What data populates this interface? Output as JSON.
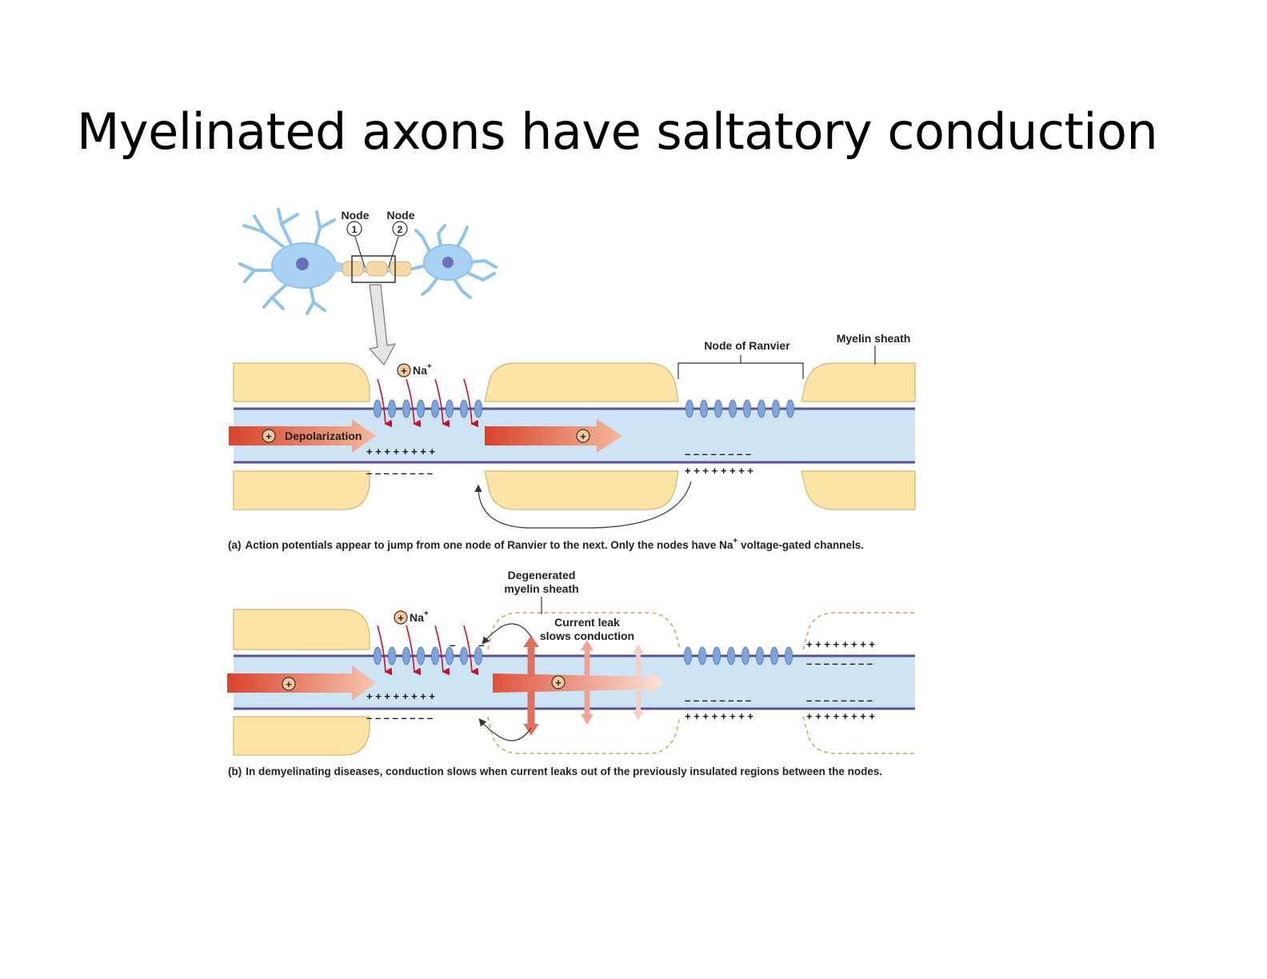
{
  "slide": {
    "title": "Myelinated axons have saltatory conduction"
  },
  "neuron_inset": {
    "node1_label": "Node",
    "node1_number": "1",
    "node2_label": "Node",
    "node2_number": "2"
  },
  "panel_a": {
    "na_label": "Na",
    "na_superscript": "+",
    "plus_symbol": "+",
    "depolarization_label": "Depolarization",
    "node_of_ranvier_label": "Node of Ranvier",
    "myelin_sheath_label": "Myelin sheath",
    "charge_plus_row": "+ + + + + + + +",
    "charge_minus_row": "– – – – – – – –",
    "caption_prefix": "(a)",
    "caption_text": "Action potentials appear to jump from one node of Ranvier to the next. Only the nodes have Na",
    "caption_superscript": "+",
    "caption_suffix": "voltage-gated channels."
  },
  "panel_b": {
    "degenerated_line1": "Degenerated",
    "degenerated_line2": "myelin sheath",
    "na_label": "Na",
    "na_superscript": "+",
    "plus_symbol": "+",
    "current_leak_line1": "Current leak",
    "current_leak_line2": "slows conduction",
    "charge_plus_row": "+ + + + + + + +",
    "charge_minus_row": "– – – – – – – –",
    "caption_prefix": "(b)",
    "caption_text": "In demyelinating diseases, conduction slows when current leaks out of the previously insulated regions between the nodes."
  },
  "colors": {
    "myelin": "#fce4a6",
    "myelin_edge": "#d9b46a",
    "axon": "#cde4f5",
    "membrane": "#5d4e9a",
    "channel": "#7ea4dc",
    "na_arrow": "#c8102e",
    "depolarization": "#d9432b",
    "neuron": "#a9d2f2"
  }
}
